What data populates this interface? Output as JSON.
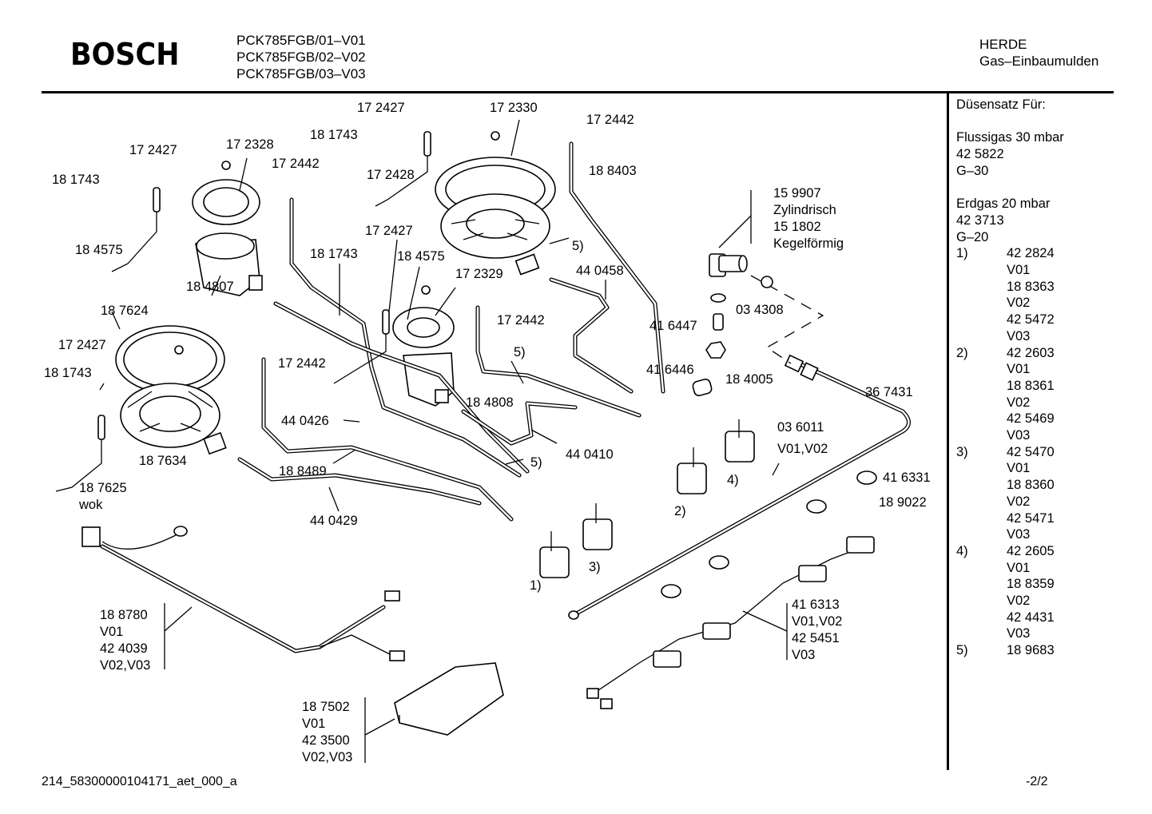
{
  "header": {
    "brand": "BOSCH",
    "models": [
      "PCK785FGB/01–V01",
      "PCK785FGB/02–V02",
      "PCK785FGB/03–V03"
    ],
    "category": [
      "HERDE",
      "Gas–Einbaumulden"
    ]
  },
  "sidebar": {
    "title": "Düsensatz Für:",
    "groups": [
      {
        "name": "Flussigas 30 mbar",
        "part": "42 5822",
        "code": "G–30"
      },
      {
        "name": "Erdgas 20 mbar",
        "part": "42 3713",
        "code": "G–20"
      }
    ],
    "entries": [
      {
        "key": "1)",
        "lines": [
          "42 2824",
          "V01",
          "18 8363",
          "V02",
          "42 5472",
          "V03"
        ]
      },
      {
        "key": "2)",
        "lines": [
          "42 2603",
          "V01",
          "18 8361",
          "V02",
          "42 5469",
          "V03"
        ]
      },
      {
        "key": "3)",
        "lines": [
          "42 5470",
          "V01",
          "18 8360",
          "V02",
          "42 5471",
          "V03"
        ]
      },
      {
        "key": "4)",
        "lines": [
          "42 2605",
          "V01",
          "18 8359",
          "V02",
          "42 4431",
          "V03"
        ]
      },
      {
        "key": "5)",
        "lines": [
          "18 9683"
        ]
      }
    ]
  },
  "labels": [
    {
      "id": "l01",
      "text": "17 2427"
    },
    {
      "id": "l02",
      "text": "17 2330"
    },
    {
      "id": "l03",
      "text": "17 2442"
    },
    {
      "id": "l04",
      "text": "18 1743"
    },
    {
      "id": "l05",
      "text": "17 2428"
    },
    {
      "id": "l06",
      "text": "18 8403"
    },
    {
      "id": "l07",
      "text": "17 2427"
    },
    {
      "id": "l08",
      "text": "17 2328"
    },
    {
      "id": "l09",
      "text": "17 2442"
    },
    {
      "id": "l10",
      "text": "18 1743"
    },
    {
      "id": "l11",
      "text": "18 4575"
    },
    {
      "id": "l12",
      "text": "18 4807"
    },
    {
      "id": "l13",
      "text": "17 2427"
    },
    {
      "id": "l14",
      "text": "18 1743"
    },
    {
      "id": "l15",
      "text": "18 4575"
    },
    {
      "id": "l16",
      "text": "17 2329"
    },
    {
      "id": "l17",
      "text": "5)"
    },
    {
      "id": "l18",
      "text": "17 2442"
    },
    {
      "id": "l19",
      "text": "44 0458"
    },
    {
      "id": "l20",
      "text": "18 7624"
    },
    {
      "id": "l21",
      "text": "17 2427"
    },
    {
      "id": "l22",
      "text": "18 1743"
    },
    {
      "id": "l23",
      "text": "17 2442"
    },
    {
      "id": "l24",
      "text": "5)"
    },
    {
      "id": "l25",
      "text": "18 4808"
    },
    {
      "id": "l26",
      "text": "44 0426"
    },
    {
      "id": "l27",
      "text": "18 7634"
    },
    {
      "id": "l28",
      "text": "18 8489"
    },
    {
      "id": "l29",
      "text": "44 0410"
    },
    {
      "id": "l30",
      "text": "5)"
    },
    {
      "id": "l31",
      "text": "18 7625"
    },
    {
      "id": "l32",
      "text": "wok"
    },
    {
      "id": "l33",
      "text": "44 0429"
    },
    {
      "id": "l34",
      "text": "15 9907"
    },
    {
      "id": "l35",
      "text": "Zylindrisch"
    },
    {
      "id": "l36",
      "text": "15 1802"
    },
    {
      "id": "l37",
      "text": "Kegelförmig"
    },
    {
      "id": "l38",
      "text": "03 4308"
    },
    {
      "id": "l39",
      "text": "41 6447"
    },
    {
      "id": "l40",
      "text": "41 6446"
    },
    {
      "id": "l41",
      "text": "18 4005"
    },
    {
      "id": "l42",
      "text": "36 7431"
    },
    {
      "id": "l43",
      "text": "03 6011"
    },
    {
      "id": "l44",
      "text": "V01,V02"
    },
    {
      "id": "l45",
      "text": "41 6331"
    },
    {
      "id": "l46",
      "text": "18 9022"
    },
    {
      "id": "l47",
      "text": "4)"
    },
    {
      "id": "l48",
      "text": "2)"
    },
    {
      "id": "l49",
      "text": "3)"
    },
    {
      "id": "l50",
      "text": "1)"
    },
    {
      "id": "l51",
      "text": "41 6313"
    },
    {
      "id": "l52",
      "text": "V01,V02"
    },
    {
      "id": "l53",
      "text": "42 5451"
    },
    {
      "id": "l54",
      "text": "V03"
    },
    {
      "id": "l55",
      "text": "18 8780"
    },
    {
      "id": "l56",
      "text": "V01"
    },
    {
      "id": "l57",
      "text": "42 4039"
    },
    {
      "id": "l58",
      "text": "V02,V03"
    },
    {
      "id": "l59",
      "text": "18 7502"
    },
    {
      "id": "l60",
      "text": "V01"
    },
    {
      "id": "l61",
      "text": "42 3500"
    },
    {
      "id": "l62",
      "text": "V02,V03"
    }
  ],
  "footer": {
    "doc_id": "214_58300000104171_aet_000_a",
    "page": "-2/2"
  }
}
